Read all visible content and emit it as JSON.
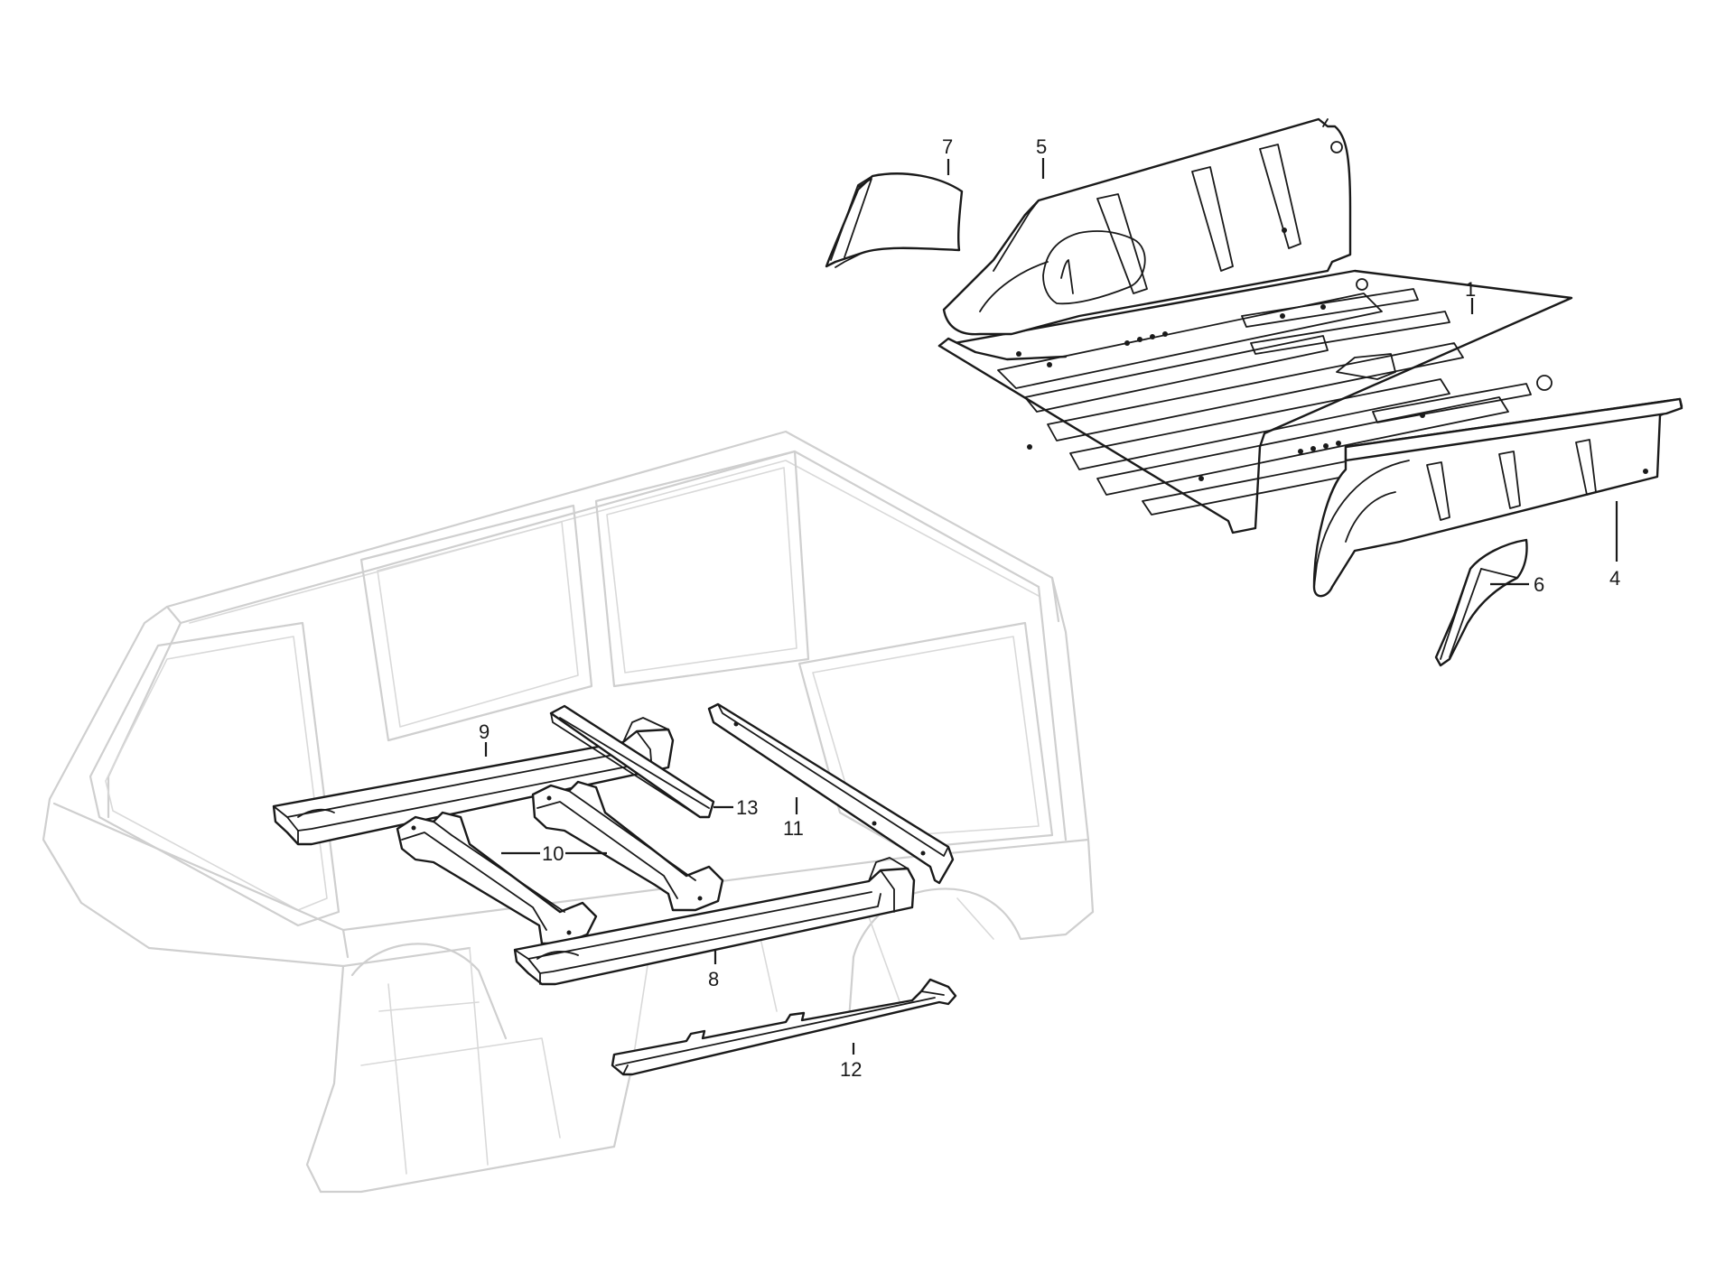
{
  "callouts": {
    "c1": "1",
    "c4": "4",
    "c5": "5",
    "c6": "6",
    "c7": "7",
    "c8": "8",
    "c9": "9",
    "c10": "10",
    "c11": "11",
    "c12": "12",
    "c13": "13"
  },
  "colors": {
    "part_stroke": "#1a1a1a",
    "ghost_body_stroke": "#cfcfcf",
    "background": "#ffffff"
  }
}
